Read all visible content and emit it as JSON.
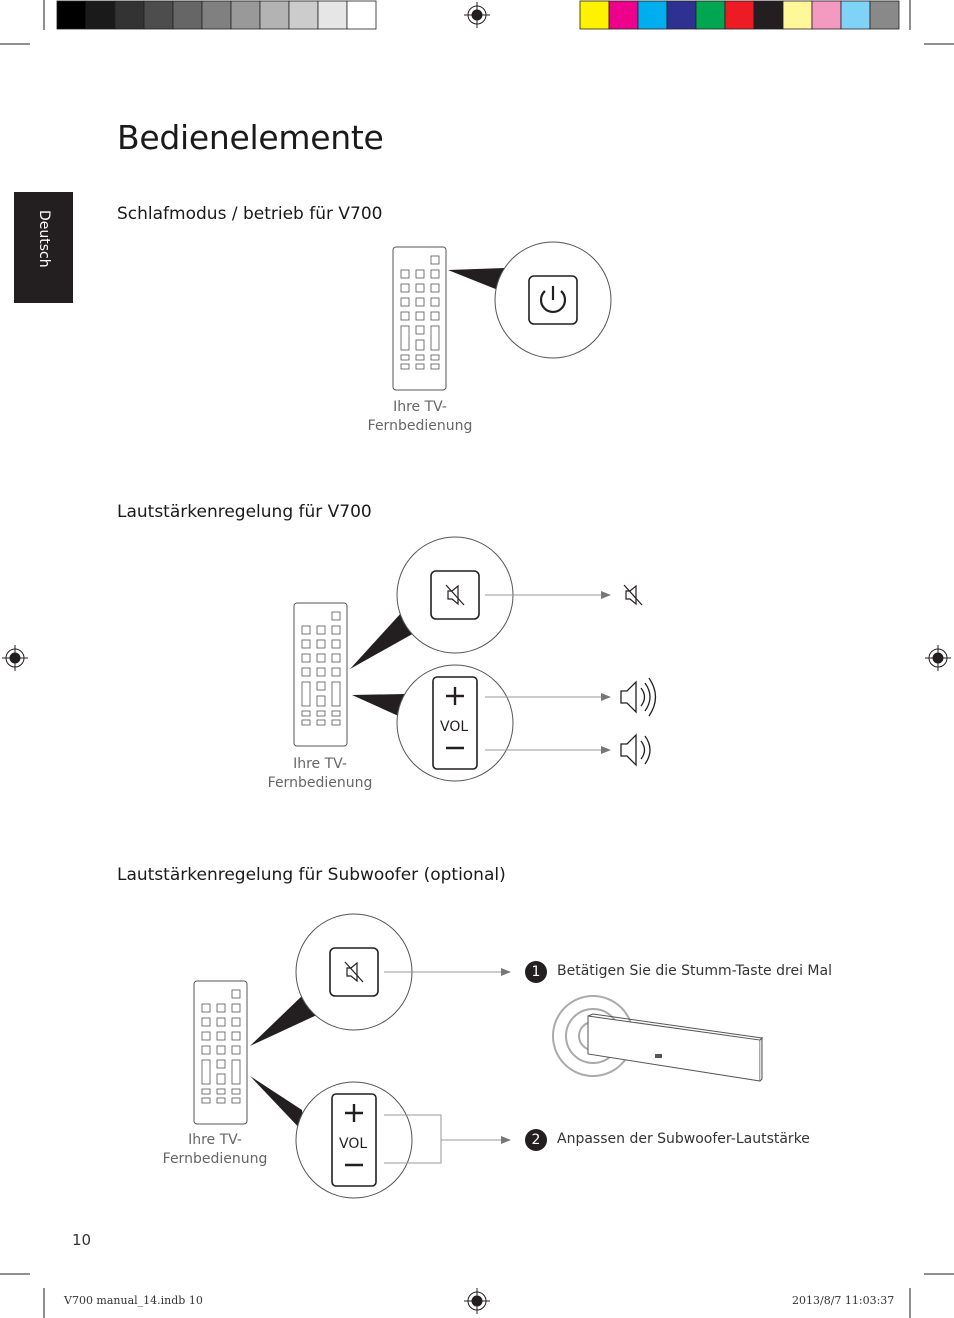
{
  "page": {
    "title": "Bedienelemente",
    "language_tab": "Deutsch",
    "page_number": "10"
  },
  "sections": [
    {
      "heading": "Schlafmodus / betrieb für V700"
    },
    {
      "heading": "Lautstärkenregelung für V700"
    },
    {
      "heading": "Lautstärkenregelung für Subwoofer (optional)"
    }
  ],
  "remote_caption": {
    "line1": "Ihre TV-",
    "line2": "Fernbedienung"
  },
  "vol_label": "VOL",
  "steps": [
    {
      "number": "1",
      "text": "Betätigen Sie die Stumm-Taste drei Mal"
    },
    {
      "number": "2",
      "text": "Anpassen der Subwoofer-Lautstärke"
    }
  ],
  "footer": {
    "file": "V700 manual_14.indb   10",
    "timestamp": "2013/8/7   11:03:37"
  },
  "colors": {
    "grays": [
      "#000000",
      "#1a1a1a",
      "#333333",
      "#4d4d4d",
      "#666666",
      "#808080",
      "#999999",
      "#b3b3b3",
      "#cccccc",
      "#e6e6e6",
      "#ffffff"
    ],
    "swatches": [
      "#fff200",
      "#ec008c",
      "#00aeef",
      "#2e3192",
      "#00a651",
      "#ed1c24",
      "#231f20",
      "#fff799",
      "#f49ac1",
      "#7fd3f7",
      "#898989"
    ]
  }
}
